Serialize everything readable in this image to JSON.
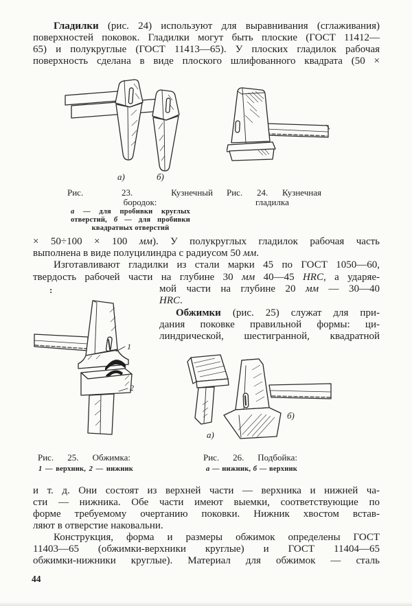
{
  "page": {
    "number": "44"
  },
  "colors": {
    "paper": "#fbfbf8",
    "ink": "#1d1d1d"
  },
  "body": {
    "para1": {
      "lines": [
        [
          {
            "t": "Гладилки",
            "s": "b"
          },
          {
            "t": " (рис. 24) используют для выравнивания (сглаживания)",
            "s": "n"
          }
        ],
        [
          {
            "t": "поверхностей поковок. Гладилки могут быть плоские (ГОСТ 11412—",
            "s": "n"
          }
        ],
        [
          {
            "t": "65) и полукруглые (ГОСТ 11413—65). У плоских гладилок рабочая",
            "s": "n"
          }
        ],
        [
          {
            "t": "поверхность сделана в виде плоского шлифованного квадрата (50 ×",
            "s": "n"
          }
        ]
      ]
    },
    "para2": {
      "lines": [
        [
          {
            "t": "× 50÷100 × 100 ",
            "s": "n"
          },
          {
            "t": "мм",
            "s": "i"
          },
          {
            "t": "). У полукруглых гладилок рабочая часть",
            "s": "n"
          }
        ],
        [
          {
            "t": "выполнена в виде полуцилиндра с радиусом 50 ",
            "s": "n"
          },
          {
            "t": "мм",
            "s": "i"
          },
          {
            "t": ".",
            "s": "n"
          }
        ]
      ]
    },
    "para3": {
      "lines": [
        [
          {
            "t": "Изготавливают гладилки из стали марки 45 по ГОСТ 1050—60,",
            "s": "n"
          }
        ],
        [
          {
            "t": "твердость рабочей части на глубине 30 ",
            "s": "n"
          },
          {
            "t": "мм",
            "s": "i"
          },
          {
            "t": " 40—45 ",
            "s": "n"
          },
          {
            "t": "HRC",
            "s": "i"
          },
          {
            "t": ", а ударяе-",
            "s": "n"
          }
        ]
      ]
    },
    "para3_cont_right": {
      "lines": [
        [
          {
            "t": "мой части на глубине 20 ",
            "s": "n"
          },
          {
            "t": "мм",
            "s": "i"
          },
          {
            "t": " — 30—40",
            "s": "n"
          }
        ],
        [
          {
            "t": "HRC",
            "s": "i"
          },
          {
            "t": ".",
            "s": "n"
          }
        ]
      ]
    },
    "para4_right": {
      "lines": [
        [
          {
            "t": "Обжимки",
            "s": "b"
          },
          {
            "t": " (рис. 25) служат для при-",
            "s": "n"
          }
        ],
        [
          {
            "t": "дания поковке правильной формы: ци-",
            "s": "n"
          }
        ],
        [
          {
            "t": "линдрической, шестигранной, квадратной",
            "s": "n"
          }
        ]
      ]
    },
    "para5": {
      "lines": [
        [
          {
            "t": "и т. д. Они состоят из верхней части — верхника и нижней ча-",
            "s": "n"
          }
        ],
        [
          {
            "t": "сти — нижника. Обе части имеют выемки, соответствующие по",
            "s": "n"
          }
        ],
        [
          {
            "t": "форме требуемому очертанию поковки. Нижник хвостом встав-",
            "s": "n"
          }
        ],
        [
          {
            "t": "ляют в отверстие наковальни.",
            "s": "n"
          }
        ]
      ]
    },
    "para6": {
      "lines": [
        [
          {
            "t": "Конструкция, форма и размеры обжимок определены ГОСТ",
            "s": "n"
          }
        ],
        [
          {
            "t": "11403—65 (обжимки-верхники круглые) и ГОСТ 11404—65",
            "s": "n"
          }
        ],
        [
          {
            "t": "обжимки-нижники круглые). Материал для обжимок — сталь",
            "s": "n"
          }
        ]
      ]
    }
  },
  "figures": {
    "fig23": {
      "sub_label_a": "а)",
      "sub_label_b": "б)",
      "caption": [
        "Рис. 23. Кузнечный",
        "бородок:"
      ],
      "legend": [
        [
          {
            "t": "а",
            "s": "i"
          },
          {
            "t": " — для пробивки круглых",
            "s": "n"
          }
        ],
        [
          {
            "t": "отверстий, ",
            "s": "n"
          },
          {
            "t": "б",
            "s": "i"
          },
          {
            "t": " — для пробивки",
            "s": "n"
          }
        ],
        [
          {
            "t": "квадратных отверстий",
            "s": "n"
          }
        ]
      ]
    },
    "fig24": {
      "caption": [
        "Рис. 24. Кузнечная",
        "гладилка"
      ]
    },
    "fig25": {
      "caption": "Рис. 25. Обжимка:",
      "legend": [
        [
          {
            "t": "1",
            "s": "i"
          },
          {
            "t": " — верхник, ",
            "s": "n"
          },
          {
            "t": "2",
            "s": "i"
          },
          {
            "t": " — нижник",
            "s": "n"
          }
        ]
      ],
      "callout_1": "1",
      "callout_2": "2"
    },
    "fig26": {
      "caption": "Рис. 26. Подбойка:",
      "legend": [
        [
          {
            "t": "а",
            "s": "i"
          },
          {
            "t": " — нижник, ",
            "s": "n"
          },
          {
            "t": "б",
            "s": "i"
          },
          {
            "t": " — верхник",
            "s": "n"
          }
        ]
      ],
      "sub_label_a": "а)",
      "sub_label_b": "б)"
    }
  },
  "stray_mark": ":"
}
